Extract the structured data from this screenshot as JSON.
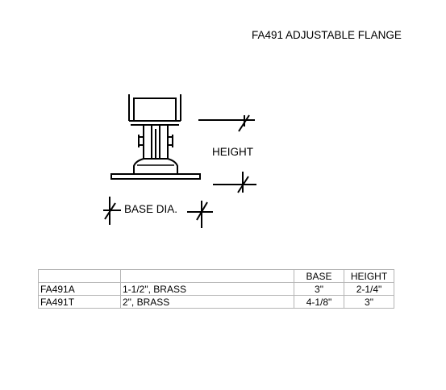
{
  "title": "FA491 ADJUSTABLE FLANGE",
  "diagram": {
    "height_label": "HEIGHT",
    "base_label": "BASE DIA."
  },
  "table": {
    "headers": [
      "",
      "",
      "BASE",
      "HEIGHT"
    ],
    "rows": [
      [
        "FA491A",
        "1-1/2\", BRASS",
        "3\"",
        "2-1/4\""
      ],
      [
        "FA491T",
        "2\", BRASS",
        "4-1/8\"",
        "3\""
      ]
    ]
  }
}
